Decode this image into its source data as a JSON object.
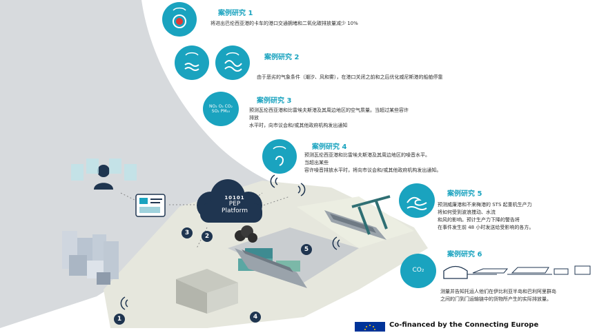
{
  "cases": [
    {
      "title": "案例研究 1",
      "desc": [
        "将进出巴伦西亚港的卡车的港口交通拥堵和二氧化碳排放量减少 10%"
      ]
    },
    {
      "title": "案例研究 2",
      "desc": [
        "由于恶劣的气象条件（潮汐、风和雾），在港口关闭之前和之后优化威尼斯港的船舶停靠"
      ]
    },
    {
      "title": "案例研究 3",
      "desc": [
        "预测瓦伦西亚港和比雷埃夫斯港及其周边地区的空气质量。当超过某些容许",
        "排放",
        "水平时，向市议会和/或其他政府机构发出通知"
      ]
    },
    {
      "title": "案例研究 4",
      "desc": [
        "预测瓦伦西亚港和比雷埃夫斯港及其周边地区的噪音水平。",
        "当超出某些",
        "容许噪音排放水平时，将向市议会和/或其他政府机构发出通知。"
      ]
    },
    {
      "title": "案例研究 5",
      "desc": [
        "预测威廉港和不来梅港的 STS 起重机生产力",
        "将如何受到波浪搅动、水流",
        "和风的影响。预计生产力下降的警告将",
        "在事件发生前 48 小时发送给受影响的各方。"
      ]
    },
    {
      "title": "案例研究 6",
      "desc": [
        "测量并告知托运人他们在伊比利亚半岛和巴利阿里群岛",
        "之间的门到门运输链中的货物所产生的实际排放量。"
      ]
    }
  ],
  "platform": {
    "code": "10101",
    "line1": "PEP",
    "line2": "Platform"
  },
  "icon_labels": {
    "air": "NO₂ O₃ CO₂ SO₂ PM₁₀",
    "co2": "CO₂"
  },
  "markers": [
    "1",
    "2",
    "3",
    "4",
    "5"
  ],
  "footer": {
    "text": "Co-financed by the Connecting Europe"
  },
  "colors": {
    "accent": "#1aa3bf",
    "title": "#1aa3bf",
    "gray_bg": "#d7dadd",
    "dark": "#1f3550"
  }
}
